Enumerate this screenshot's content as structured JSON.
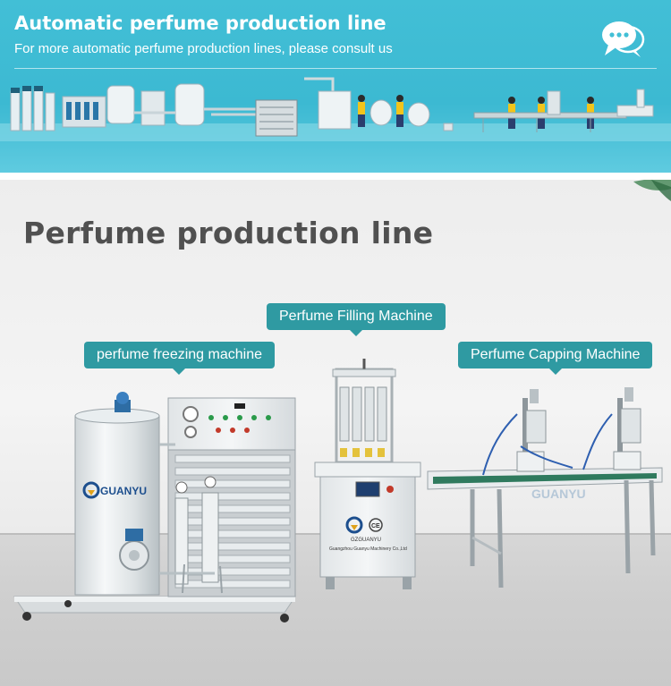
{
  "banner": {
    "title": "Automatic perfume production line",
    "subtitle": "For more automatic perfume production lines, please consult us",
    "chat_icon": "chat-bubble-icon"
  },
  "section": {
    "heading": "Perfume production line"
  },
  "callouts": {
    "freezing": "perfume freezing machine",
    "filling": "Perfume Filling Machine",
    "capping": "Perfume Capping Machine"
  },
  "logos": {
    "brand": "GUANYU",
    "panel_company": "Guangzhou Guanyu Machinery Co.,Ltd",
    "panel_brand": "GZGUANYU",
    "ce_mark": "CE"
  },
  "colors": {
    "banner": "#42bfd6",
    "callout": "#2f9aa2",
    "heading": "#505050"
  }
}
